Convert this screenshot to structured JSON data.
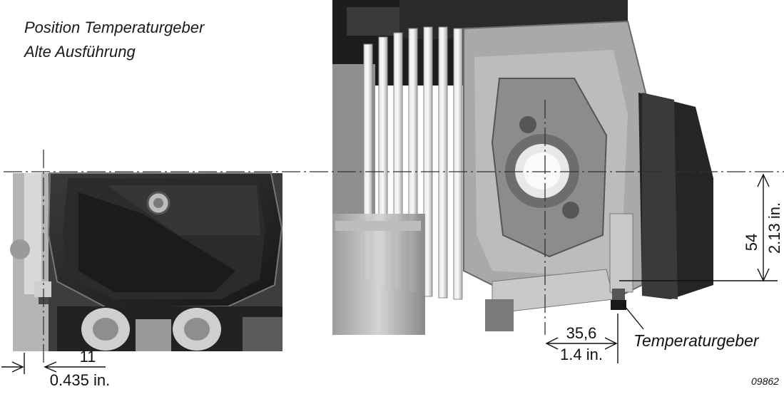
{
  "title": {
    "line1": "Position Temperaturgeber",
    "line2": "Alte Ausführung"
  },
  "dimensions": {
    "vertical": {
      "mm": "54",
      "inch": "2.13 in."
    },
    "center": {
      "mm": "35,6",
      "inch": "1.4 in."
    },
    "left": {
      "mm": "11",
      "inch": "0.435 in."
    }
  },
  "callout": {
    "label": "Temperaturgeber"
  },
  "figure_id": "09862"
}
